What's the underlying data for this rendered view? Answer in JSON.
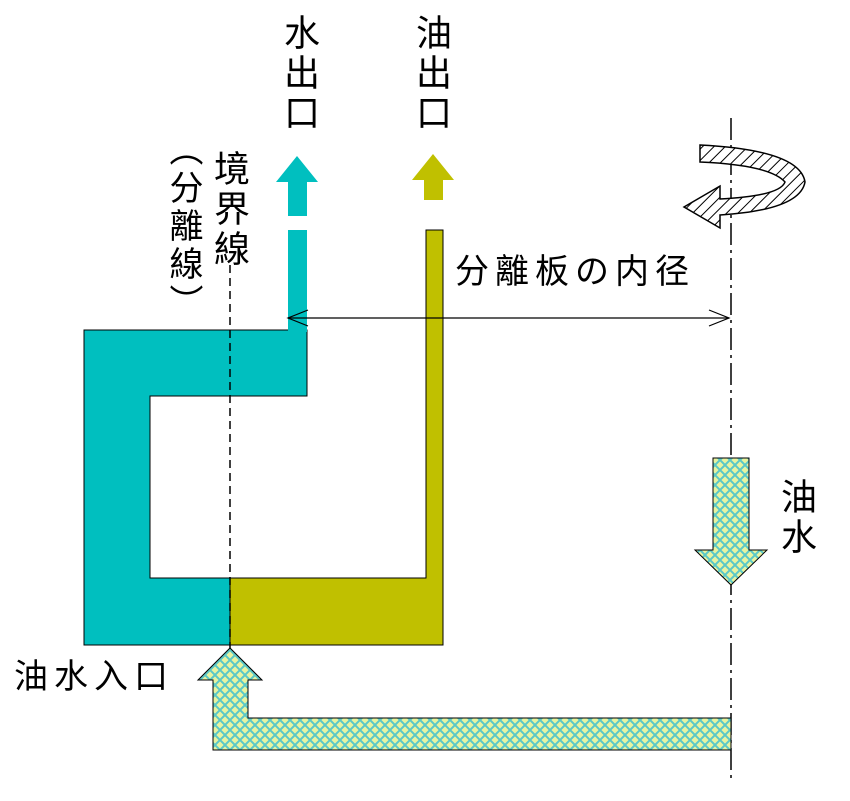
{
  "labels": {
    "water_outlet": "水出口",
    "oil_outlet": "油出口",
    "boundary": "境界線",
    "separation_group": "（分離線）",
    "plate_inner_diameter": "分離板の内径",
    "oil_water": "油水",
    "oil_water_inlet": "油水入口"
  },
  "colors": {
    "water": "#00bfbf",
    "oil": "#c0c000",
    "mixture_hatch": "#5ac8c8",
    "mixture_fill": "#e8f4a0",
    "line": "#000000"
  },
  "icons": {
    "rotation": "rotation-arrow-icon",
    "down_arrow": "down-arrow-icon",
    "up_arrow": "up-arrow-icon"
  }
}
